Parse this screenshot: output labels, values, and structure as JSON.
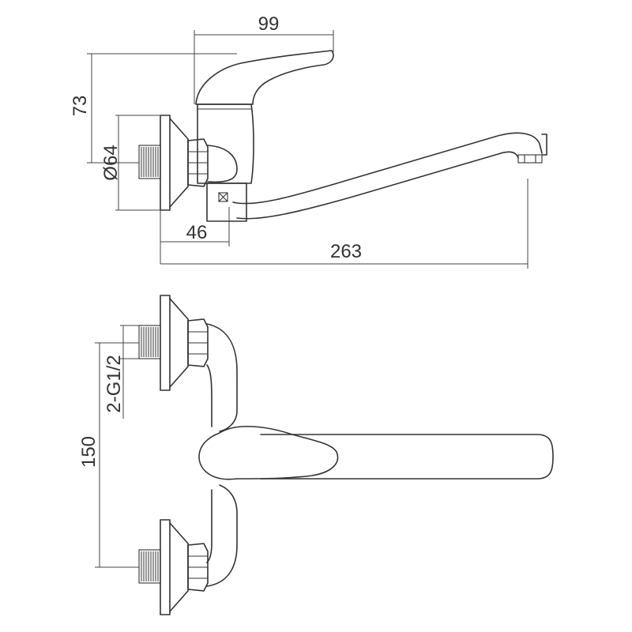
{
  "dimensions": {
    "width_top": "99",
    "handle_height": "73",
    "flange_diameter": "Ø64",
    "wall_offset": "46",
    "spout_length": "263",
    "thread_spec": "2-G1/2",
    "inlet_spacing": "150"
  }
}
